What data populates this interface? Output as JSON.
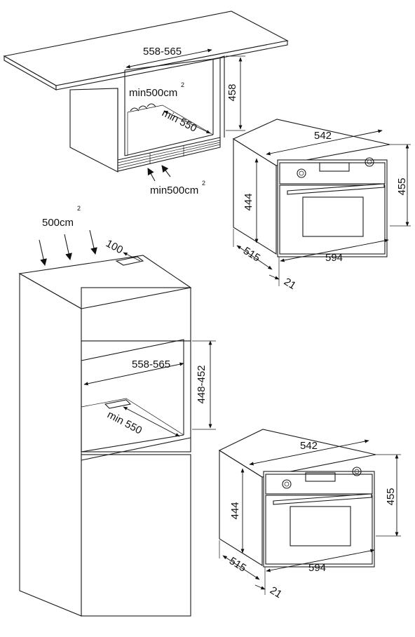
{
  "top_installation": {
    "width_range": "558-565",
    "ventilation_inner": "min500cm",
    "ventilation_inner_sup": "2",
    "depth_min": "min 550",
    "height": "458",
    "ventilation_bottom": "min500cm",
    "ventilation_bottom_sup": "2"
  },
  "oven_top": {
    "inner_width": "542",
    "inner_height": "444",
    "outer_height": "455",
    "depth": "515",
    "front_width": "594",
    "panel_depth": "21"
  },
  "column_installation": {
    "ventilation_top": "500cm",
    "ventilation_top_sup": "2",
    "vent_gap": "100",
    "width_range": "558-565",
    "height_range": "448-452",
    "depth_min": "min 550"
  },
  "oven_bottom": {
    "inner_width": "542",
    "inner_height": "444",
    "outer_height": "455",
    "depth": "515",
    "front_width": "594",
    "panel_depth": "21"
  }
}
